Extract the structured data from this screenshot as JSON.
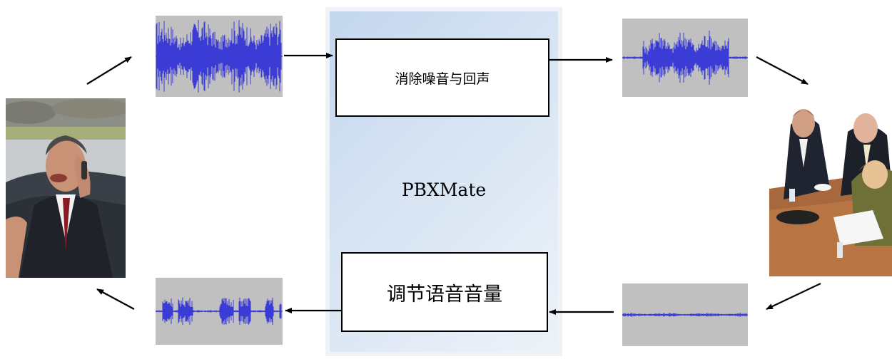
{
  "colors": {
    "waveform": "#3b3bd6",
    "waveform_background": "#c0c0c0",
    "panel": "#c9daef",
    "arrow": "#000000"
  },
  "panel": {
    "product_name": "PBXMate",
    "top_process": "消除噪音与回声",
    "bottom_process": "调节语音音量"
  },
  "waveforms": [
    {
      "id": "noisy-input",
      "level": "high"
    },
    {
      "id": "cleaned-output",
      "level": "medium"
    },
    {
      "id": "quiet-input",
      "level": "very-low"
    },
    {
      "id": "adjusted-output",
      "level": "low"
    }
  ],
  "images": [
    {
      "id": "caller-photo",
      "depicts": "man in suit talking on phone outdoors"
    },
    {
      "id": "meeting-photo",
      "depicts": "business meeting with conference phone"
    }
  ]
}
